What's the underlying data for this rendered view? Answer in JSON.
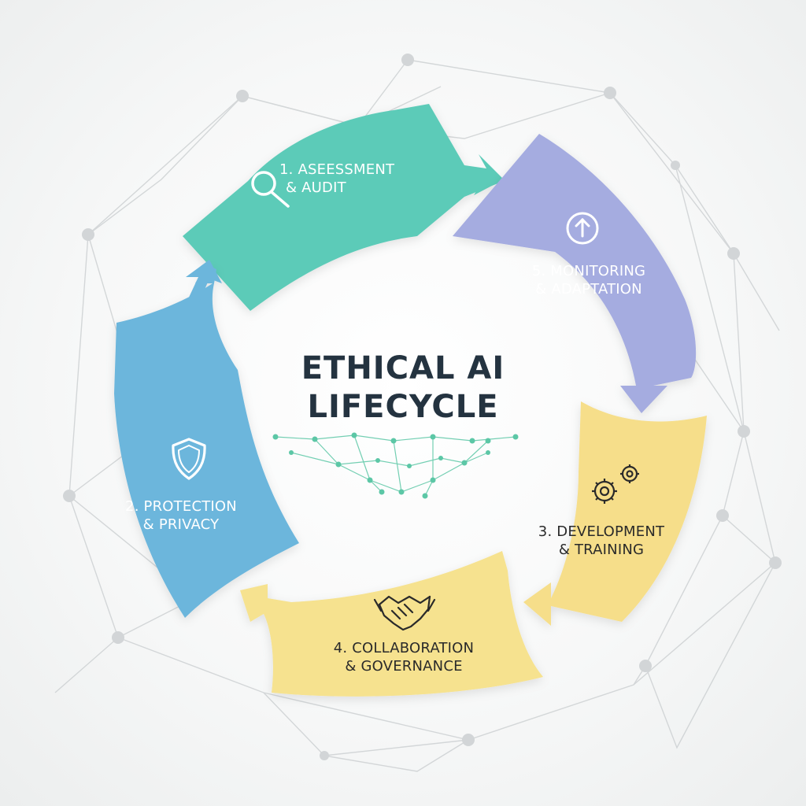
{
  "title": {
    "line1": "ETHICAL AI",
    "line2": "LIFECYCLE"
  },
  "stages": [
    {
      "line1": "1. ASEESSMENT",
      "line2": "& AUDIT",
      "icon": "magnifier-icon",
      "color": "#5ccbb8",
      "text_color": "#ffffff"
    },
    {
      "line1": "2. PROTECTION",
      "line2": "& PRIVACY",
      "icon": "shield-icon",
      "color": "#6cb6dc",
      "text_color": "#ffffff"
    },
    {
      "line1": "3. DEVELOPMENT",
      "line2": "& TRAINING",
      "icon": "gears-icon",
      "color": "#f6de8a",
      "text_color": "#2a2a2a"
    },
    {
      "line1": "4. COLLABORATION",
      "line2": "& GOVERNANCE",
      "icon": "handshake-icon",
      "color": "#f6e28f",
      "text_color": "#2a2a2a"
    },
    {
      "line1": "5. MONITORING",
      "line2": "& ADAPTATION",
      "icon": "up-arrow-circle-icon",
      "color": "#a5ace0",
      "text_color": "#ffffff"
    }
  ],
  "colors": {
    "title": "#243340",
    "network": "#c8ccce",
    "center_network": "#5cc7a6"
  }
}
